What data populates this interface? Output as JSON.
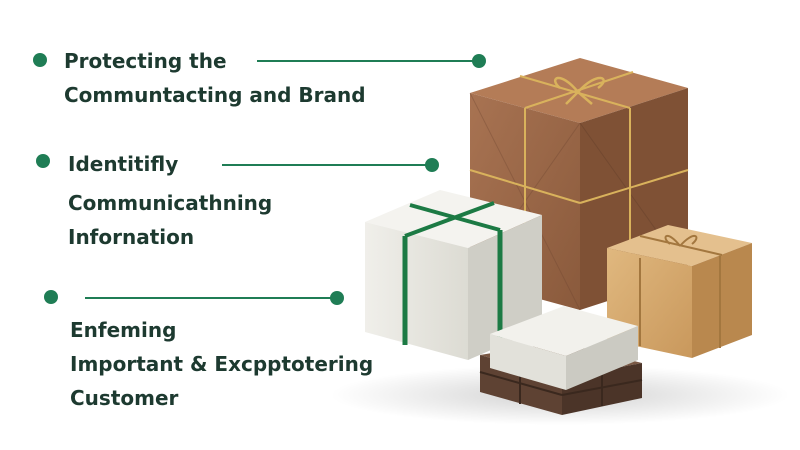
{
  "points": [
    {
      "lines": [
        "Protecting the",
        "Communtacting and Brand"
      ]
    },
    {
      "lines": [
        "Identitifly",
        "Communicathning",
        "Infornation"
      ]
    },
    {
      "lines": [
        "Enfeming",
        "Important & Excpptotering",
        "Customer"
      ]
    }
  ],
  "colors": {
    "accent": "#1f7d55",
    "text": "#1d3a30",
    "kraft_box": "#9b6845",
    "white_box": "#ecebe5",
    "small_box": "#d8ad72",
    "ribbon_gold": "#d9b25c",
    "ribbon_green": "#1c7a44",
    "pallet": "#6b4c3a"
  },
  "icons": [
    "bullet-dot-icon",
    "connector-line",
    "gift-box-icon",
    "pallet-icon"
  ]
}
